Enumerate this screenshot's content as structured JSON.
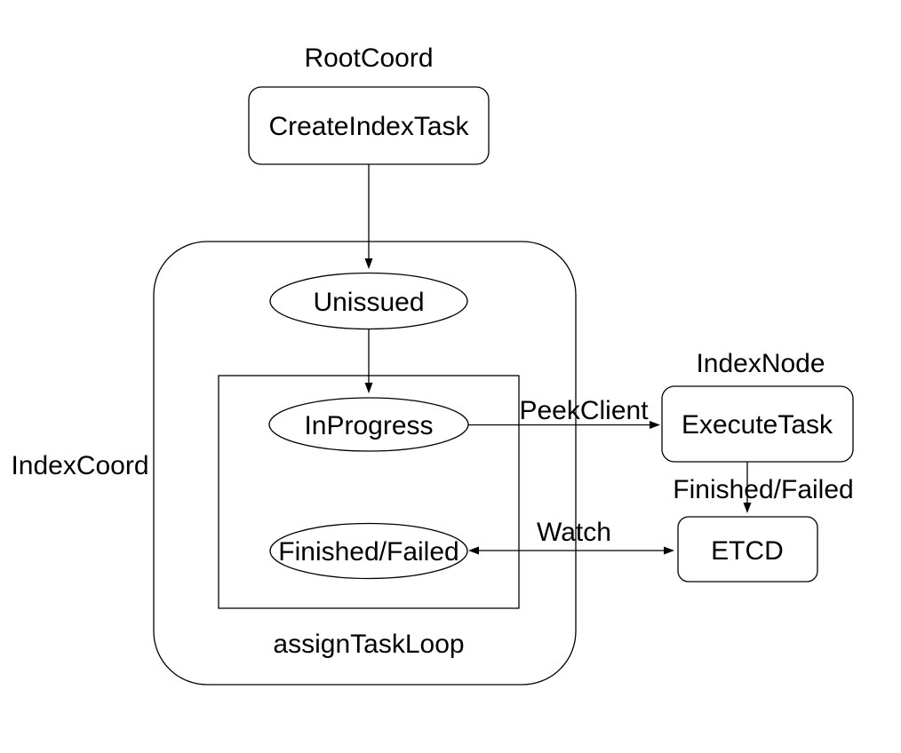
{
  "diagram": {
    "region_labels": {
      "root_coord": "RootCoord",
      "index_coord": "IndexCoord",
      "index_node": "IndexNode",
      "assign_task_loop": "assignTaskLoop"
    },
    "nodes": {
      "create_index_task": "CreateIndexTask",
      "unissued": "Unissued",
      "in_progress": "InProgress",
      "finished_failed": "Finished/Failed",
      "execute_task": "ExecuteTask",
      "etcd": "ETCD"
    },
    "edge_labels": {
      "peek_client": "PeekClient",
      "finished_failed": "Finished/Failed",
      "watch": "Watch"
    },
    "colors": {
      "background": "#ffffff",
      "stroke": "#000000",
      "text": "#000000"
    }
  }
}
